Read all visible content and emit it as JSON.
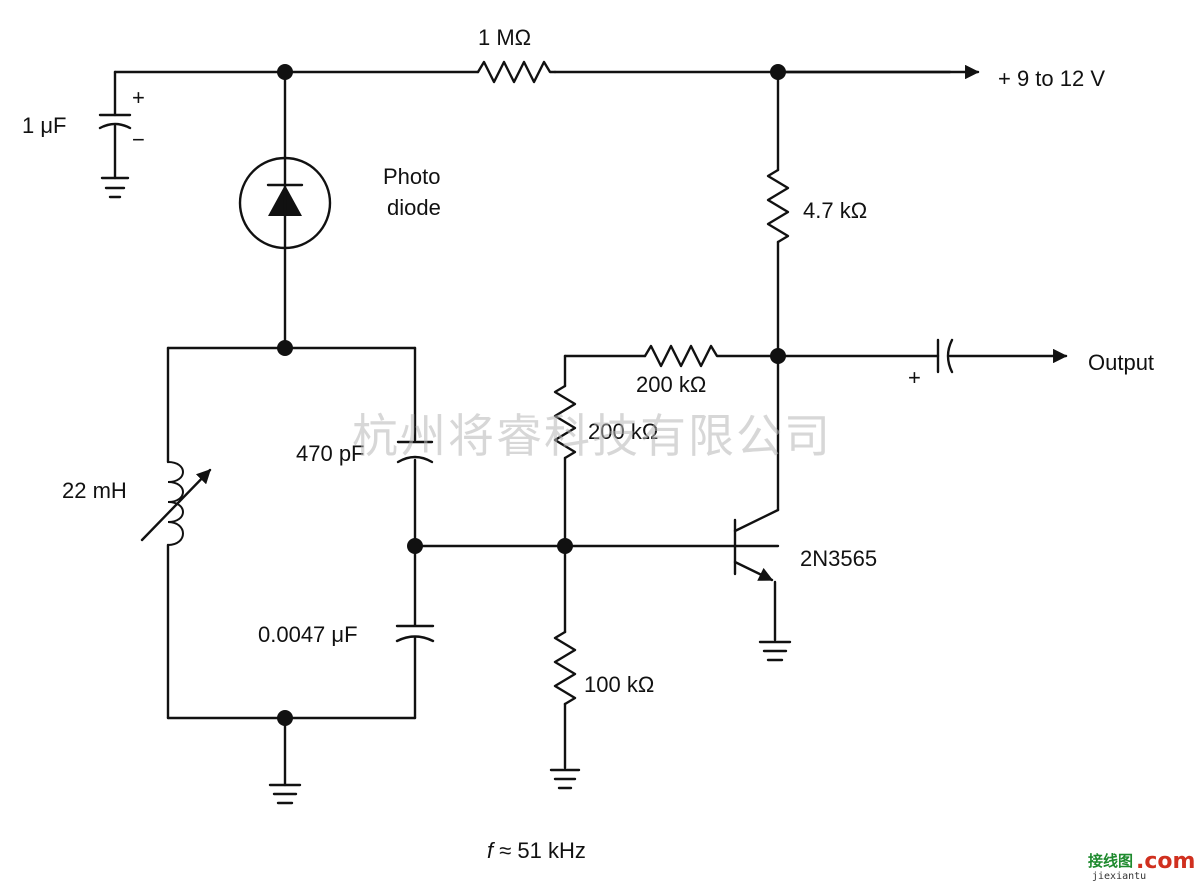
{
  "labels": {
    "cap_1uF": "1 μF",
    "cap_1uF_plus": "+",
    "cap_1uF_minus": "−",
    "res_1M": "1 MΩ",
    "supply": "+ 9 to 12 V",
    "photodiode_line1": "Photo",
    "photodiode_line2": "diode",
    "res_4k7": "4.7 kΩ",
    "res_200k_feedback": "200 kΩ",
    "res_200k_bias": "200 kΩ",
    "output": "Output",
    "output_cap_plus": "+",
    "cap_470p": "470 pF",
    "inductor": "22 mH",
    "cap_0047u": "0.0047 μF",
    "res_100k": "100 kΩ",
    "transistor": "2N3565",
    "frequency_f": "f",
    "frequency_rest": " ≈ 51 kHz"
  },
  "watermark": {
    "text": "杭州将睿科技有限公司"
  },
  "logo": {
    "main": "接线图",
    "dot": ".com",
    "sub": "jiexiantu"
  },
  "colors": {
    "ink": "#111111",
    "watermark": "#b8b8b8",
    "logo_green": "#1e8a2e",
    "logo_red": "#d0301f"
  }
}
